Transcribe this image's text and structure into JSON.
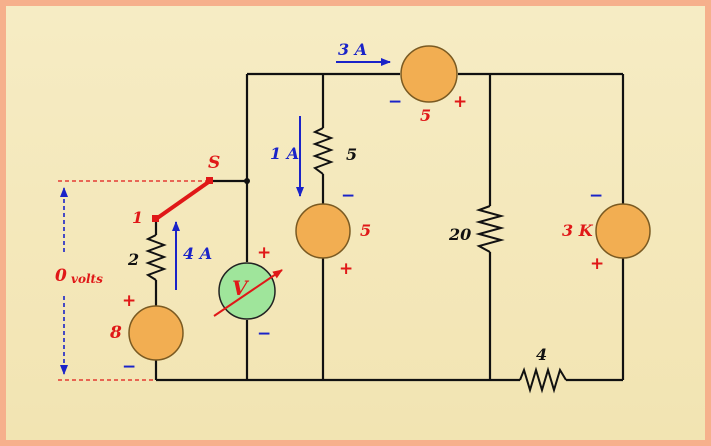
{
  "colors": {
    "wire": "#111111",
    "source_fill": "#f2ae52",
    "source_stroke": "#7a5a22",
    "meter_fill": "#9fe59b",
    "red": "#e01818",
    "blue": "#1a23c8",
    "dashed": "#e01818"
  },
  "labels": {
    "switch": "S",
    "switch_pole": "1",
    "left_resistor": "2",
    "left_current": "4 A",
    "left_source": "8",
    "zero_volts": "0",
    "zero_volts_unit": "volts",
    "voltmeter": "V",
    "top_current": "3 A",
    "top_source": "5",
    "mid_current": "1 A",
    "mid_resistor": "5",
    "mid_source": "5",
    "right_resistor": "20",
    "dependent_source": "3 K",
    "bottom_resistor": "4"
  },
  "signs": {
    "plus": "+",
    "minus": "−"
  }
}
